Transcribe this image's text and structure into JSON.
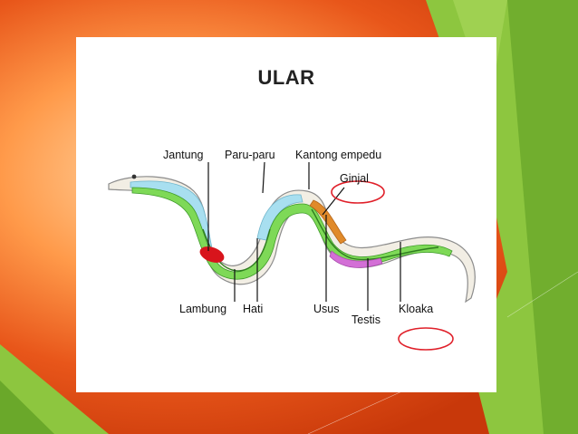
{
  "slide": {
    "title": "ULAR",
    "labels": {
      "jantung": "Jantung",
      "paru_paru": "Paru-paru",
      "kantong_empedu": "Kantong empedu",
      "ginjal": "Ginjal",
      "lambung": "Lambung",
      "hati": "Hati",
      "usus": "Usus",
      "testis": "Testis",
      "kloaka": "Kloaka"
    }
  },
  "colors": {
    "background_orange": "#e8561a",
    "background_green": "#8dc63f",
    "snake_body": "#f2eee4",
    "lung": "#a8dff0",
    "intestine": "#7ed957",
    "heart": "#d8141c",
    "kidney": "#e08a2a",
    "testis": "#d36fd6",
    "annotation_circle": "#e0202a"
  }
}
